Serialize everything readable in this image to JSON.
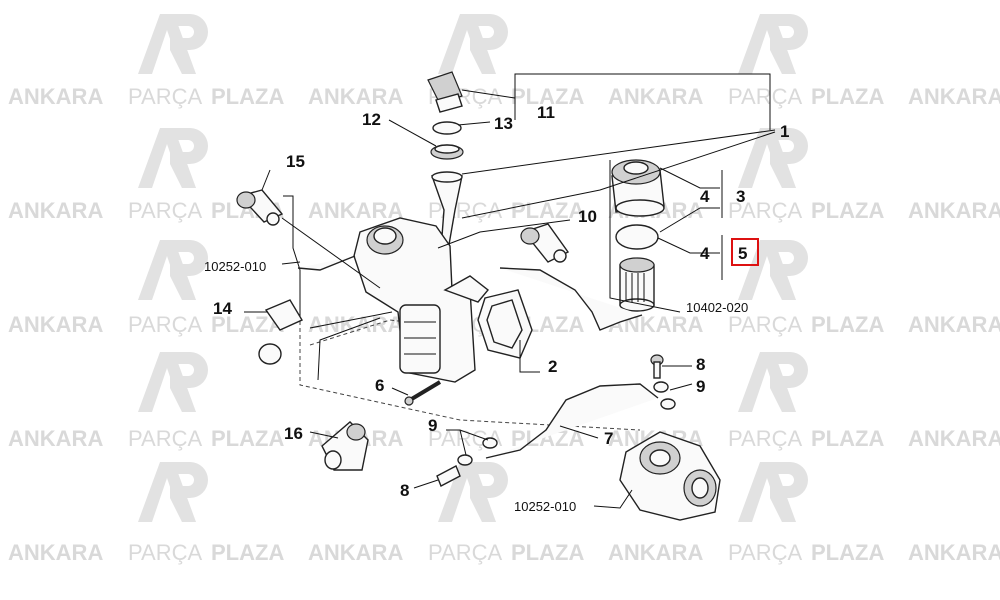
{
  "watermark": {
    "word1": "ANKARA",
    "word2": "PARÇA",
    "word3": "PLAZA"
  },
  "callouts": {
    "c1": "1",
    "c2": "2",
    "c3": "3",
    "c4a": "4",
    "c4b": "4",
    "c5": "5",
    "c6": "6",
    "c7": "7",
    "c8a": "8",
    "c8b": "8",
    "c9a": "9",
    "c9b": "9",
    "c10": "10",
    "c11": "11",
    "c12": "12",
    "c13": "13",
    "c14": "14",
    "c15": "15",
    "c16": "16"
  },
  "references": {
    "r1": "10252-010",
    "r2": "10402-020",
    "r3": "10252-010"
  },
  "highlight_color": "#dd1111"
}
